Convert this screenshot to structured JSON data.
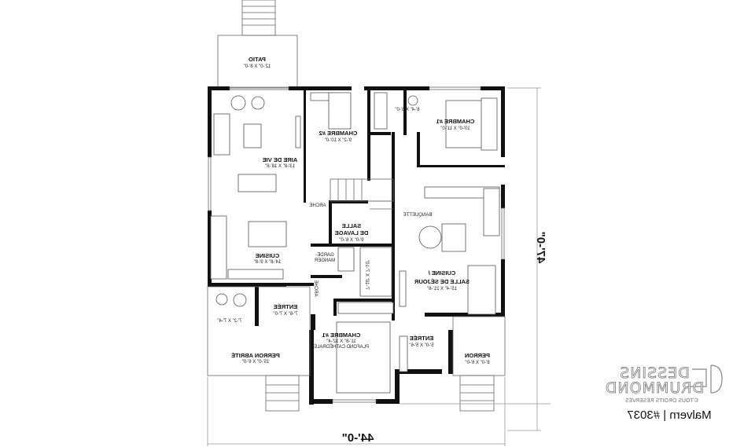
{
  "rooms": {
    "patio": {
      "name": "PATIO",
      "size": "12'-0\" X 8'-0\""
    },
    "chambre2": {
      "name": "CHAMBRE #2",
      "size": "9'-2\" X 10'-0\""
    },
    "salle_bain_haut": {
      "size": "8'-4\" X 6'-0\""
    },
    "chambre1_haut": {
      "name": "CHAMBRE #1",
      "size": "10'-0\" X 11'-0\""
    },
    "aire_de_vie": {
      "name": "AIRE DE VIE",
      "size": "13'-8\" X 18'-8\""
    },
    "arche1": {
      "name": "ARCHE"
    },
    "banquette": {
      "name": "BANQUETTE"
    },
    "salle_lavage": {
      "name1": "SALLE",
      "name2": "DE LAVAGE",
      "size": "9'-0\" X 6'-0\""
    },
    "cuisine": {
      "name": "CUISINE",
      "size": "14'-8\" X 9'-8\""
    },
    "garde_manger": {
      "name1": "GARDE-",
      "name2": "MANGER"
    },
    "salle_bain_bas": {
      "size": "7'-10\" X 7'-10\""
    },
    "arche2": {
      "name": "ARCHE"
    },
    "cuisine_sejour": {
      "name1": "CUISINE /",
      "name2": "SALLE DE SÉJOUR",
      "size": "15'-4\" X 21'-6\""
    },
    "entree_gauche": {
      "name": "ENTRÉE",
      "size": "7'-6\" X 7'-0\""
    },
    "vestibule": {
      "size": "7'-2\" X 7'-4\""
    },
    "chambre1_bas": {
      "name": "CHAMBRE #1",
      "size": "11'-8\" X 12'-4\"",
      "note": "PLAFOND CATHÉDRALE"
    },
    "entree_droite": {
      "name": "ENTRÉE",
      "size": "5'-0\" X 5'-6\""
    },
    "perron_abrite": {
      "name": "PERRON ABRITÉ",
      "size": "15'-0\" X 6'-0\""
    },
    "perron": {
      "name": "PERRON",
      "size": "8'-0\" X 6'-0\""
    }
  },
  "dimensions": {
    "width": "44'-0\"",
    "depth": "47'-0\""
  },
  "branding": {
    "line1": "DESSINS",
    "line2": "DRUMMOND",
    "copyright": "©TOUS DROITS RÉSERVÉS",
    "plan_name": "Malvern | #3037"
  },
  "orientation": "mirrored"
}
